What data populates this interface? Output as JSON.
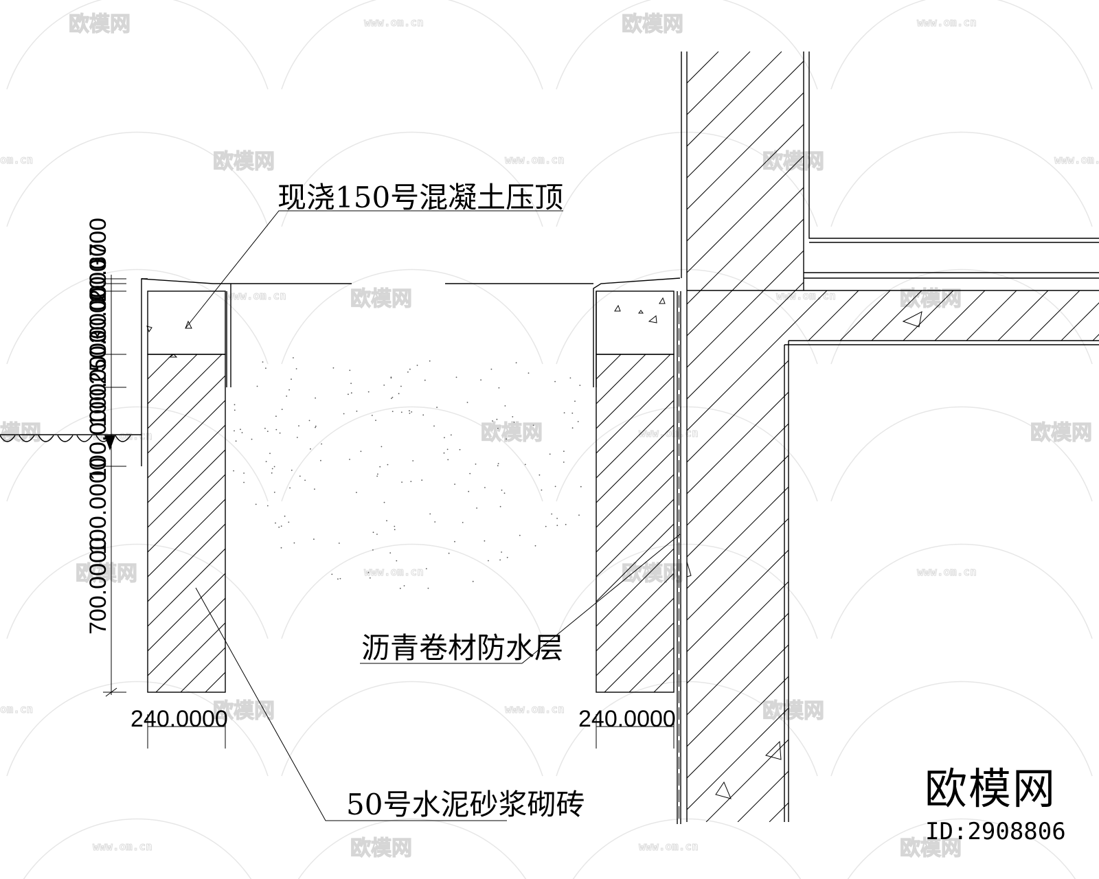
{
  "drawing": {
    "annotations": {
      "concrete_coping": "现浇150号混凝土压顶",
      "waterproof_layer": "沥青卷材防水层",
      "brick_wall": "50号水泥砂浆砌砖"
    },
    "dimensions": {
      "left_wall_width": "240.0000",
      "right_wall_width": "240.0000",
      "vertical_stack": [
        "700.0000",
        "100.0000",
        "100.0000",
        "100.0000",
        "250.0000",
        "30.0000",
        "20.0000",
        "37"
      ]
    }
  },
  "watermark": {
    "logo_text": "欧模网",
    "url_text": "www.om.cn",
    "url_partial": "om.cn",
    "logo_partial": "模网"
  },
  "brand": {
    "name": "欧模网",
    "id_text": "ID:2908806"
  }
}
